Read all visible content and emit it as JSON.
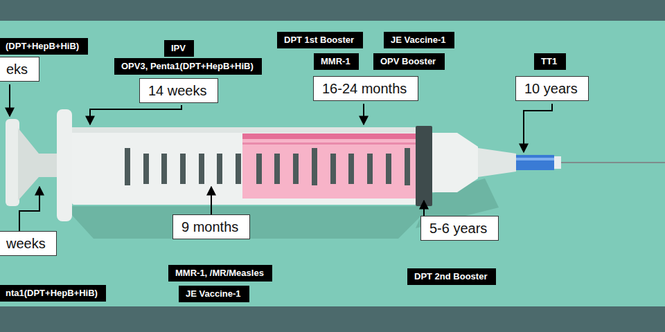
{
  "diagram": {
    "nodes": [
      {
        "text": [
          "(DPT+HepB+HiB)"
        ]
      },
      {
        "text": [
          "eks"
        ]
      },
      {
        "text": [
          "IPV"
        ]
      },
      {
        "text": [
          "OPV3, Penta1(DPT+HepB+HiB)"
        ]
      },
      {
        "text": [
          "14 weeks"
        ]
      },
      {
        "text": [
          "DPT 1st Booster"
        ]
      },
      {
        "text": [
          "JE Vaccine-1"
        ]
      },
      {
        "text": [
          "MMR-1"
        ]
      },
      {
        "text": [
          "OPV Booster"
        ]
      },
      {
        "text": [
          "16-24 months"
        ]
      },
      {
        "text": [
          "TT1"
        ]
      },
      {
        "text": [
          "10 years"
        ]
      },
      {
        "text": [
          "weeks"
        ]
      },
      {
        "text": [
          "nta1(DPT+HepB+HiB)"
        ]
      },
      {
        "text": [
          "9 months"
        ]
      },
      {
        "text": [
          "MMR-1, /MR/Measles"
        ]
      },
      {
        "text": [
          "JE Vaccine-1"
        ]
      },
      {
        "text": [
          "5-6 years"
        ]
      },
      {
        "text": [
          "DPT 2nd Booster"
        ]
      }
    ]
  }
}
